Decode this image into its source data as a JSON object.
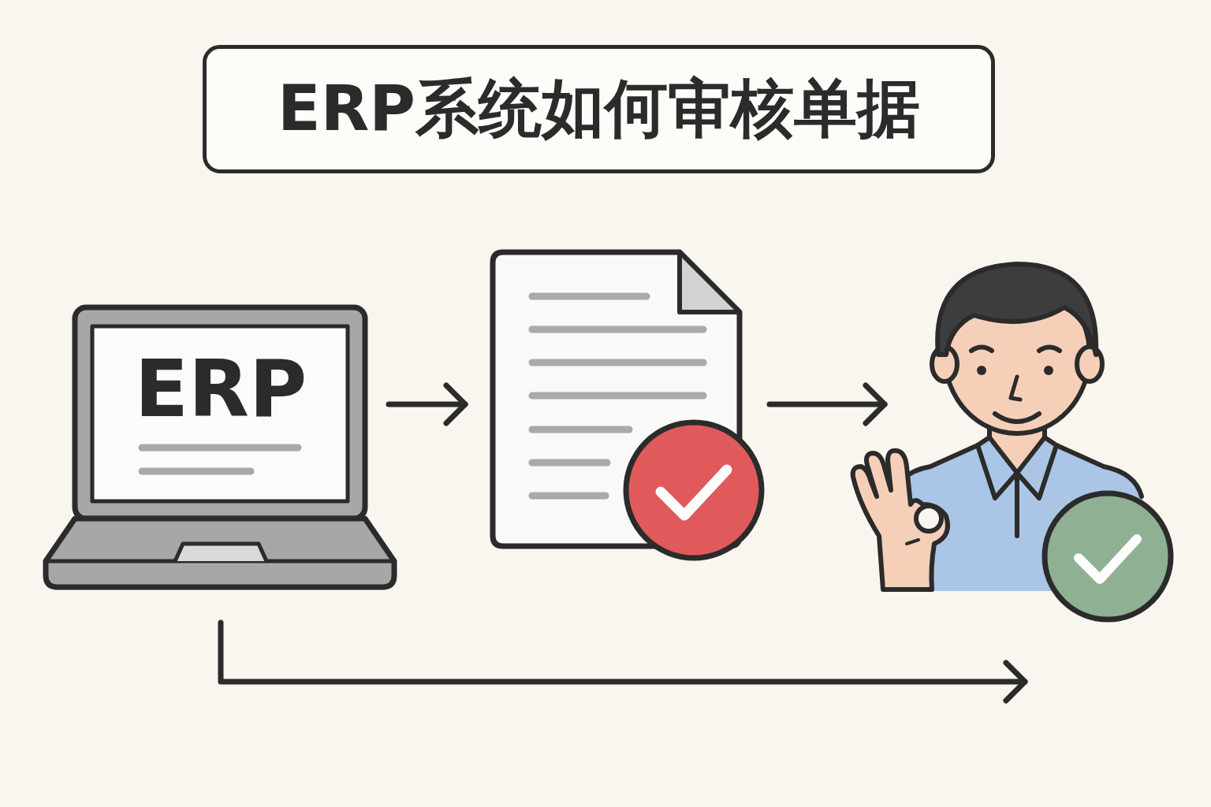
{
  "diagram": {
    "title": "ERP系统如何审核单据",
    "nodes": [
      {
        "text": [
          "ERP"
        ]
      },
      {
        "text": []
      },
      {
        "text": []
      }
    ],
    "edges": [
      {
        "from": 0,
        "to": 1,
        "arrow": "to"
      },
      {
        "from": 1,
        "to": 2,
        "arrow": "to"
      },
      {
        "from": 0,
        "to": 2,
        "arrow": "to"
      }
    ]
  }
}
